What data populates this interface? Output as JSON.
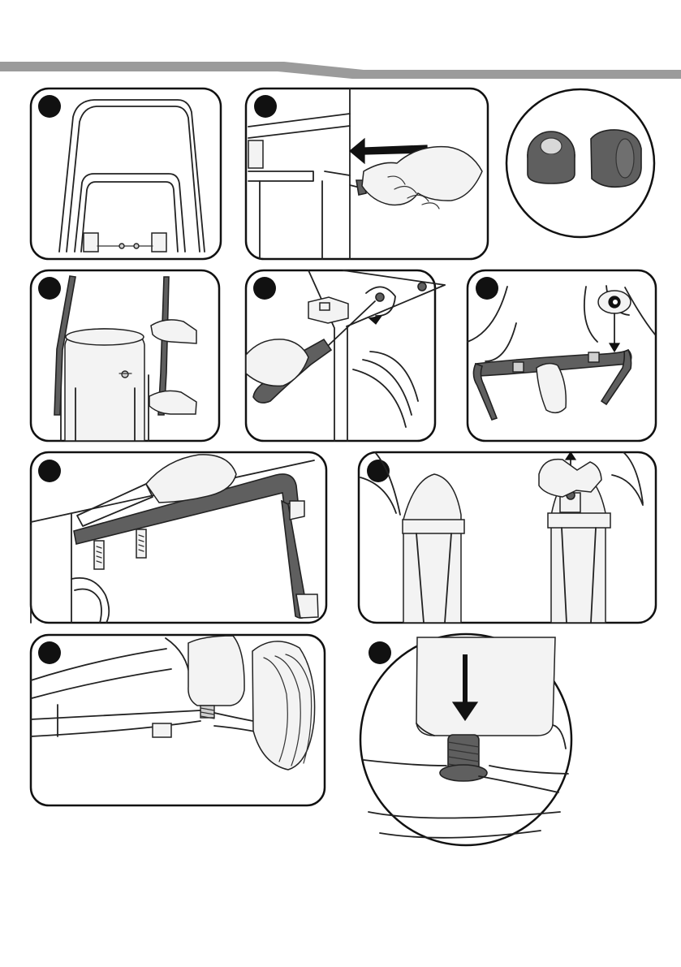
{
  "document": {
    "header_band_color": "#9b9b9b",
    "frame_color": "#111111",
    "step_marker_color": "#111111",
    "step_labels": [],
    "icons": [
      "header-band",
      "handle-frame-illustration",
      "insert-spacer-illustration",
      "spacers-detail-illustration",
      "attach-handle-illustration",
      "screwdriver-illustration",
      "inspect-crossbar-illustration",
      "bolt-handle-illustration",
      "lift-pin-illustration",
      "spring-under-unit-illustration",
      "spring-detail-illustration"
    ]
  }
}
